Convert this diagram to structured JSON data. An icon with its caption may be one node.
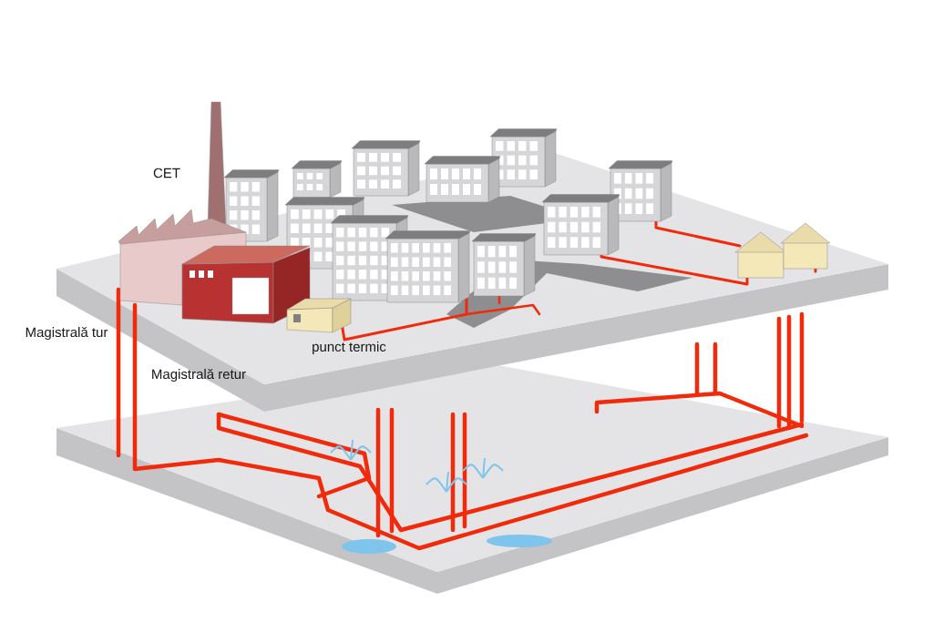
{
  "diagram": {
    "labels": [
      "CET",
      "Magistrală tur",
      "Magistrală retur",
      "punct termic"
    ]
  }
}
